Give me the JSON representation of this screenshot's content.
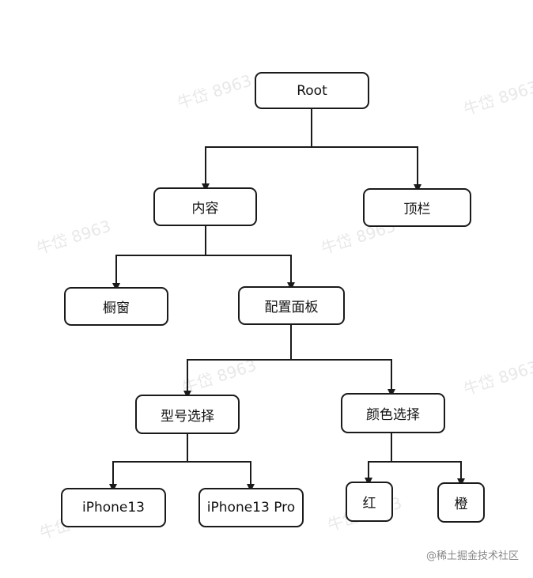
{
  "nodes": {
    "root": "Root",
    "content": "内容",
    "topbar": "顶栏",
    "showcase": "橱窗",
    "config_panel": "配置面板",
    "model_select": "型号选择",
    "color_select": "颜色选择",
    "iphone13": "iPhone13",
    "iphone13pro": "iPhone13 Pro",
    "red": "红",
    "orange": "橙"
  },
  "watermark": "牛岱 8963",
  "credit": "@稀土掘金技术社区",
  "colors": {
    "line": "#1a1a1a",
    "watermark": "#d9d9d9"
  }
}
